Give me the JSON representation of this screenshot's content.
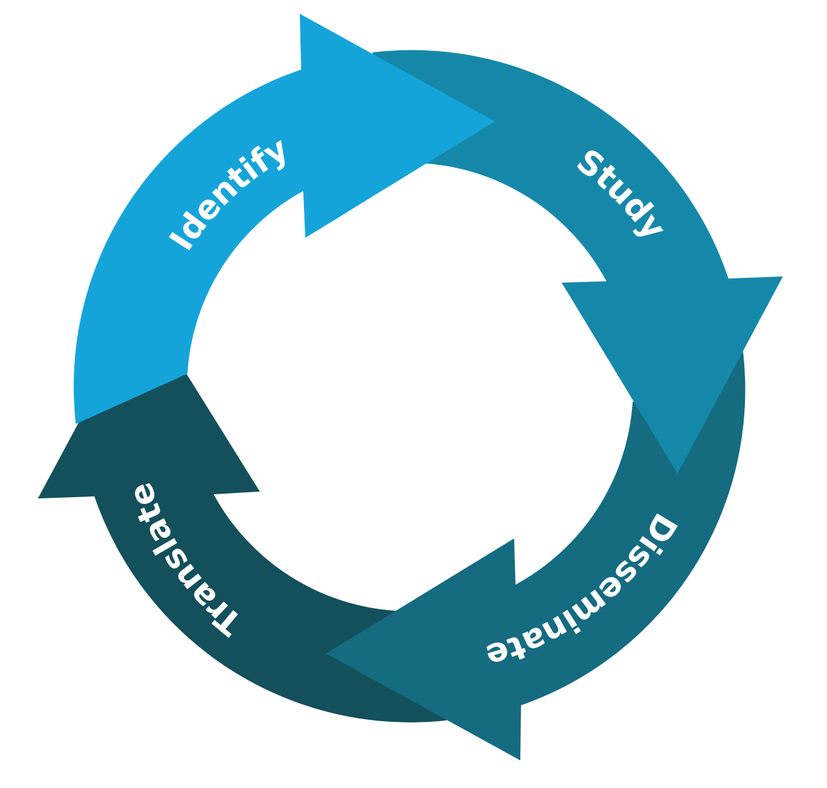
{
  "diagram": {
    "type": "cycle",
    "stages": [
      {
        "id": "identify",
        "label": "Identify",
        "color": "#15a4da"
      },
      {
        "id": "study",
        "label": "Study",
        "color": "#1588aa"
      },
      {
        "id": "disseminate",
        "label": "Disseminate",
        "color": "#156b80"
      },
      {
        "id": "translate",
        "label": "Translate",
        "color": "#13505b"
      }
    ],
    "background": "#ffffff"
  }
}
